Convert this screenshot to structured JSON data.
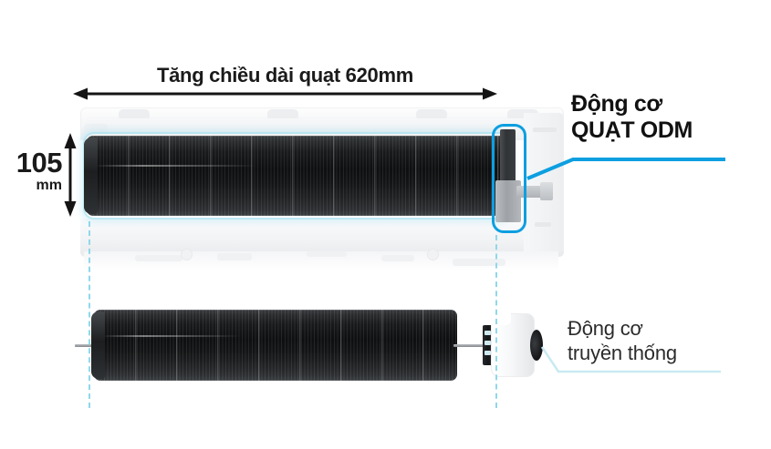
{
  "diagram": {
    "title_dimension": "Tăng chiều dài quạt 620mm",
    "height_value": "105",
    "height_unit": "mm",
    "labels": {
      "odm_line1": "Động cơ",
      "odm_line2": "QUẠT ODM",
      "traditional_line1": "Động cơ",
      "traditional_line2": "truyền thống"
    },
    "icons": {
      "horizontal_dimension_arrow": "double-headed-horizontal-arrow",
      "vertical_dimension_arrow": "double-headed-vertical-arrow",
      "odm_highlight": "rounded-rect-highlight",
      "alignment_guide": "vertical-dashed-line"
    },
    "colors": {
      "accent_cyan": "#0d9fe0",
      "soft_cyan": "#8fd8ea",
      "pale_cyan": "#c9eaf2",
      "text_dark": "#111111",
      "fan_black": "#0e0f10",
      "chassis_white": "#f4f5f6"
    }
  }
}
